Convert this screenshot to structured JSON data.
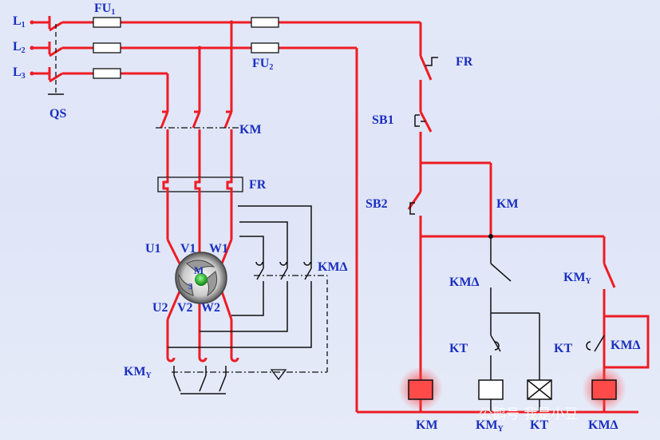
{
  "labels": {
    "L1": "L",
    "L1_sub": "1",
    "L2": "L",
    "L2_sub": "2",
    "L3": "L",
    "L3_sub": "3",
    "QS": "QS",
    "FU1": "FU",
    "FU1_sub": "1",
    "FU2": "FU",
    "FU2_sub": "2",
    "KM_main": "KM",
    "FR_main": "FR",
    "U1": "U1",
    "V1": "V1",
    "W1": "W1",
    "U2": "U2",
    "V2": "V2",
    "W2": "W2",
    "motor_M": "M",
    "motor_3": "3",
    "KM_delta_power": "KMΔ",
    "KM_Y_power": "KM",
    "KM_Y_power_sub": "Y",
    "FR_ctrl": "FR",
    "SB1": "SB1",
    "SB2": "SB2",
    "KM_hold": "KM",
    "KM_delta_nc": "KMΔ",
    "KT_1": "KT",
    "KM_Y_nc": "KM",
    "KM_Y_nc_sub": "Y",
    "KT_2": "KT",
    "KM_delta_no": "KMΔ",
    "coil_KM": "KM",
    "coil_KMY": "KM",
    "coil_KMY_sub": "Y",
    "coil_KT": "KT",
    "coil_KMD": "KMΔ"
  },
  "watermark": "公鹅号 我是小豆",
  "colors": {
    "wire_power": "#ee1c24",
    "label": "#1a2fbf",
    "wire_control": "#111111",
    "coil_glow": "#ff3b3b"
  }
}
